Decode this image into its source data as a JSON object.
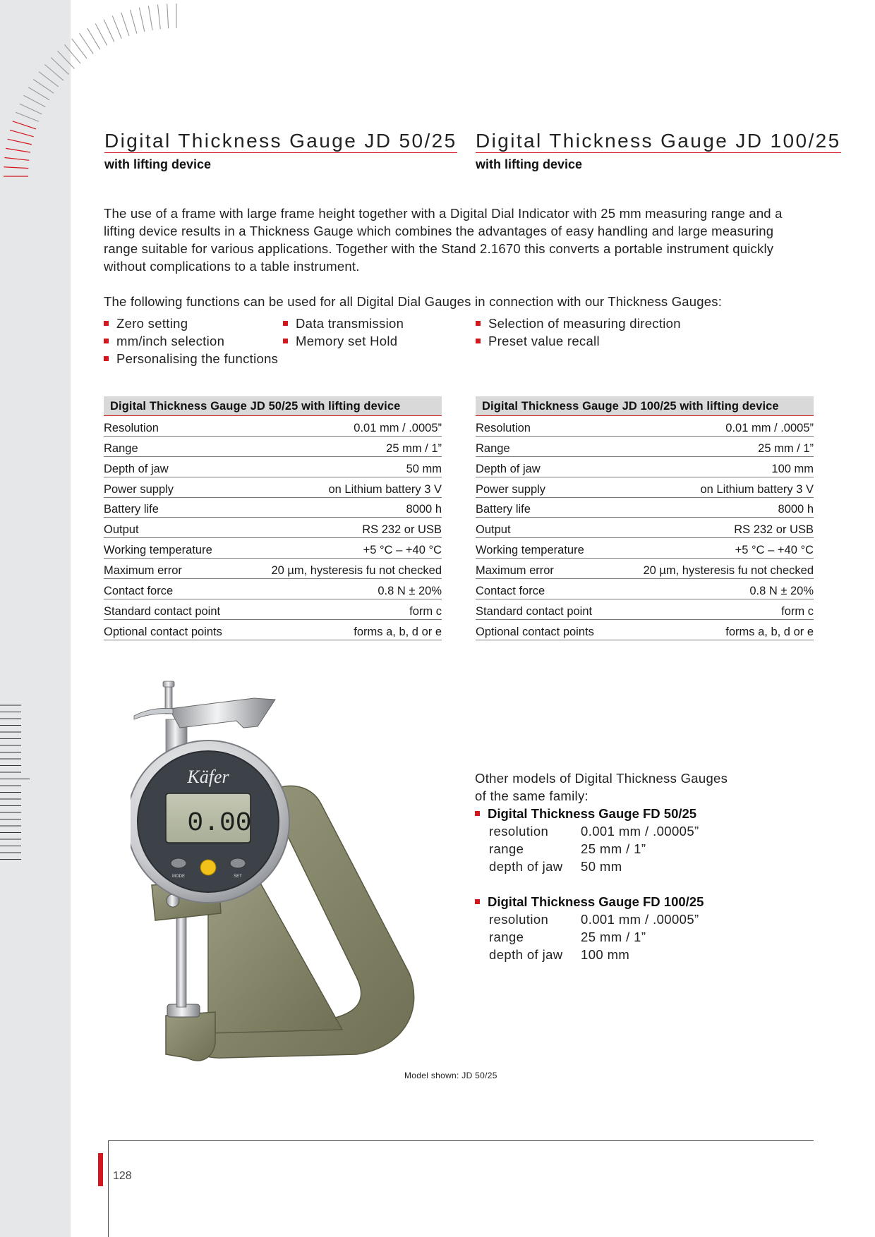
{
  "left": {
    "title": "Digital Thickness Gauge JD 50/25",
    "subtitle": "with lifting device"
  },
  "right": {
    "title": "Digital Thickness Gauge JD 100/25",
    "subtitle": "with lifting device"
  },
  "intro": "The use of a frame with large frame height together with a Digital Dial Indicator with 25 mm measuring range and a lifting device results in a Thickness Gauge which combines the advantages of easy handling and large measuring range suitable for various applications. Together with the Stand 2.1670 this converts a portable instrument quickly without complications to a table instrument.",
  "functions_intro": "The following functions can be used for all Digital Dial Gauges in connection with our Thickness Gauges:",
  "functions": [
    "Zero setting",
    "mm/inch selection",
    "Personalising the functions",
    "Data transmission",
    "Memory set Hold",
    "Selection of measuring direction",
    "Preset value recall"
  ],
  "spec_left": {
    "heading": "Digital Thickness Gauge JD 50/25 with lifting device",
    "rows": [
      {
        "label": "Resolution",
        "value": "0.01 mm / .0005”"
      },
      {
        "label": "Range",
        "value": "25 mm / 1”"
      },
      {
        "label": "Depth of jaw",
        "value": "50 mm"
      },
      {
        "label": "Power supply",
        "value": "on Lithium battery 3 V"
      },
      {
        "label": "Battery life",
        "value": "8000 h"
      },
      {
        "label": "Output",
        "value": "RS 232 or USB"
      },
      {
        "label": "Working temperature",
        "value": "+5 °C – +40 °C"
      },
      {
        "label": "Maximum error",
        "value": "20 µm, hysteresis fu not checked"
      },
      {
        "label": "Contact force",
        "value": "0.8 N ± 20%"
      },
      {
        "label": "Standard contact point",
        "value": "form c"
      },
      {
        "label": "Optional contact points",
        "value": "forms a, b, d or e"
      }
    ]
  },
  "spec_right": {
    "heading": "Digital Thickness Gauge JD 100/25 with lifting device",
    "rows": [
      {
        "label": "Resolution",
        "value": "0.01 mm / .0005”"
      },
      {
        "label": "Range",
        "value": "25 mm / 1”"
      },
      {
        "label": "Depth of jaw",
        "value": "100 mm"
      },
      {
        "label": "Power supply",
        "value": "on Lithium battery 3 V"
      },
      {
        "label": "Battery life",
        "value": "8000 h"
      },
      {
        "label": "Output",
        "value": "RS 232 or USB"
      },
      {
        "label": "Working temperature",
        "value": "+5 °C – +40 °C"
      },
      {
        "label": "Maximum error",
        "value": "20 µm, hysteresis fu not checked"
      },
      {
        "label": "Contact force",
        "value": "0.8 N ± 20%"
      },
      {
        "label": "Standard contact point",
        "value": "form c"
      },
      {
        "label": "Optional contact points",
        "value": "forms a, b, d or e"
      }
    ]
  },
  "gauge": {
    "brand": "Käfer",
    "display": "0.00",
    "btn_mode": "MODE",
    "btn_set": "SET"
  },
  "caption": "Model shown: JD 50/25",
  "other": {
    "intro1": "Other models of Digital Thickness Gauges",
    "intro2": "of the same family:",
    "models": [
      {
        "name": "Digital Thickness Gauge FD 50/25",
        "specs": [
          {
            "k": "resolution",
            "v": "0.001 mm / .00005”"
          },
          {
            "k": "range",
            "v": "25 mm / 1”"
          },
          {
            "k": "depth of jaw",
            "v": "50 mm"
          }
        ]
      },
      {
        "name": "Digital Thickness Gauge FD 100/25",
        "specs": [
          {
            "k": "resolution",
            "v": "0.001 mm / .00005”"
          },
          {
            "k": "range",
            "v": "25 mm / 1”"
          },
          {
            "k": "depth of jaw",
            "v": "100 mm"
          }
        ]
      }
    ]
  },
  "page_number": "128",
  "colors": {
    "accent": "#d4161d",
    "sidebar": "#e6e7e9",
    "table_head": "#d9d9d9"
  }
}
